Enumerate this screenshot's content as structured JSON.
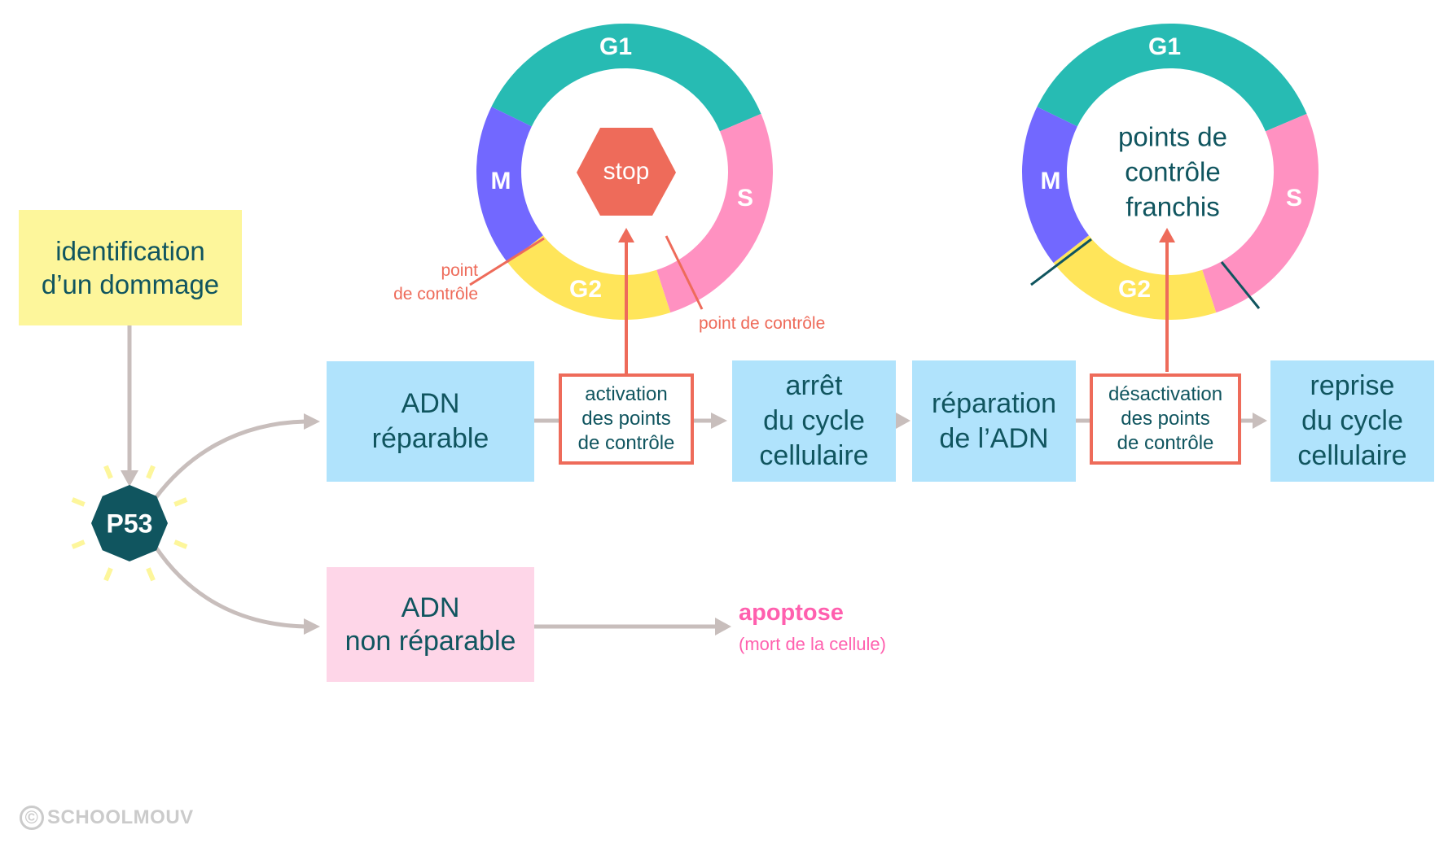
{
  "colors": {
    "g1": "#27bbb3",
    "s": "#ff91c1",
    "g2": "#ffe55a",
    "m": "#7268ff",
    "text_dark": "#10555f",
    "accent_red": "#ee6b5a",
    "connector": "#c8bebc",
    "apoptosis_pink": "#ff5fae",
    "ray_yellow": "#fdf69b",
    "checkpoint_dark": "#10555f"
  },
  "cell_cycle_phases": [
    {
      "id": "g1",
      "label": "G1",
      "start_deg": 296,
      "end_deg": 427
    },
    {
      "id": "s",
      "label": "S",
      "start_deg": 67,
      "end_deg": 162
    },
    {
      "id": "g2",
      "label": "G2",
      "start_deg": 162,
      "end_deg": 232
    },
    {
      "id": "m",
      "label": "M",
      "start_deg": 232,
      "end_deg": 296
    }
  ],
  "cycle_left": {
    "center_symbol": "stop",
    "checkpoint_label_left": "point\nde contrôle",
    "checkpoint_label_right": "point de contrôle"
  },
  "cycle_right": {
    "center_text": "points de\ncontrôle\nfranchis"
  },
  "nodes": {
    "damage": "identification\nd’un dommage",
    "p53": "P53",
    "dna_repairable": "ADN\nréparable",
    "checkpoint_activation": "activation\ndes points\nde contrôle",
    "cycle_arrest": "arrêt\ndu cycle\ncellulaire",
    "dna_repair": "réparation\nde l’ADN",
    "checkpoint_deactivation": "désactivation\ndes points\nde contrôle",
    "cycle_resume": "reprise\ndu cycle\ncellulaire",
    "dna_non_repairable": "ADN\nnon réparable",
    "apoptosis_title": "apoptose",
    "apoptosis_subtitle": "(mort de la cellule)"
  },
  "watermark": {
    "symbol": "©",
    "text": "SCHOOLMOUV"
  }
}
